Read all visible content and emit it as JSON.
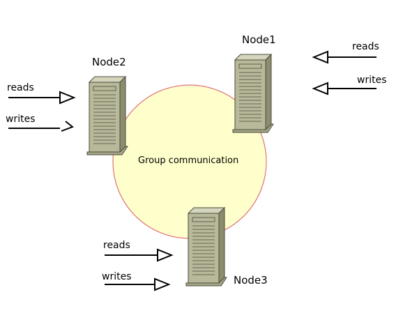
{
  "center": {
    "label": "Group communication",
    "fill": "#ffffcc",
    "stroke": "#e0707a"
  },
  "nodes": [
    {
      "id": "node1",
      "label": "Node1",
      "reads_label": "reads",
      "writes_label": "writes"
    },
    {
      "id": "node2",
      "label": "Node2",
      "reads_label": "reads",
      "writes_label": "writes"
    },
    {
      "id": "node3",
      "label": "Node3",
      "reads_label": "reads",
      "writes_label": "writes"
    }
  ],
  "colors": {
    "server_front": "#b8b99a",
    "server_side": "#8c8d6e",
    "server_top": "#d4d5bc",
    "server_line": "#4a4a3a"
  }
}
